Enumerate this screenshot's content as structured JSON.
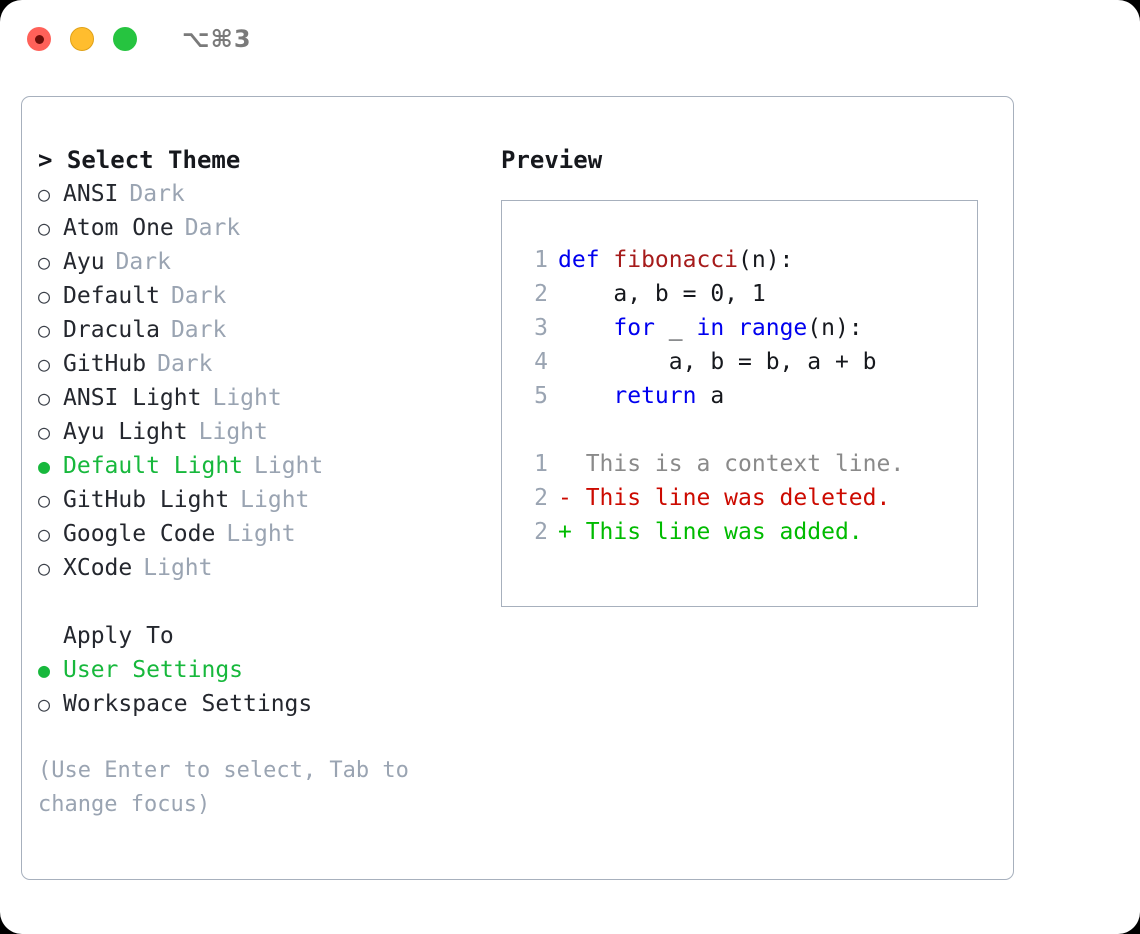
{
  "window": {
    "shortcut": "⌥⌘3",
    "traffic_lights": [
      "close-button",
      "minimize-button",
      "maximize-button"
    ]
  },
  "theme_panel": {
    "title": "> Select Theme",
    "bullet_selected": "●",
    "bullet_unselected": "○",
    "items": [
      {
        "name": "ANSI",
        "kind": "Dark",
        "selected": false
      },
      {
        "name": "Atom One",
        "kind": "Dark",
        "selected": false
      },
      {
        "name": "Ayu",
        "kind": "Dark",
        "selected": false
      },
      {
        "name": "Default",
        "kind": "Dark",
        "selected": false
      },
      {
        "name": "Dracula",
        "kind": "Dark",
        "selected": false
      },
      {
        "name": "GitHub",
        "kind": "Dark",
        "selected": false
      },
      {
        "name": "ANSI Light",
        "kind": "Light",
        "selected": false
      },
      {
        "name": "Ayu Light",
        "kind": "Light",
        "selected": false
      },
      {
        "name": "Default Light",
        "kind": "Light",
        "selected": true
      },
      {
        "name": "GitHub Light",
        "kind": "Light",
        "selected": false
      },
      {
        "name": "Google Code",
        "kind": "Light",
        "selected": false
      },
      {
        "name": "XCode",
        "kind": "Light",
        "selected": false
      }
    ]
  },
  "apply_to": {
    "label": "Apply To",
    "items": [
      {
        "name": "User Settings",
        "selected": true
      },
      {
        "name": "Workspace Settings",
        "selected": false
      }
    ]
  },
  "hint": "(Use Enter to select, Tab to change focus)",
  "preview": {
    "title": "Preview",
    "code_lines": [
      {
        "lineno": "1",
        "tokens": [
          {
            "text": "def ",
            "type": "kw"
          },
          {
            "text": "fibonacci",
            "type": "fn"
          },
          {
            "text": "(n):",
            "type": "plain"
          }
        ]
      },
      {
        "lineno": "2",
        "tokens": [
          {
            "text": "    a, b = 0, 1",
            "type": "plain"
          }
        ]
      },
      {
        "lineno": "3",
        "tokens": [
          {
            "text": "    for ",
            "type": "kw"
          },
          {
            "text": "_ ",
            "type": "plain"
          },
          {
            "text": "in range",
            "type": "kw"
          },
          {
            "text": "(n):",
            "type": "plain"
          }
        ]
      },
      {
        "lineno": "4",
        "tokens": [
          {
            "text": "        a, b = b, a + b",
            "type": "plain"
          }
        ]
      },
      {
        "lineno": "5",
        "tokens": [
          {
            "text": "    return ",
            "type": "kw"
          },
          {
            "text": "a",
            "type": "plain"
          }
        ]
      }
    ],
    "diff_lines": [
      {
        "lineno": "1",
        "marker": " ",
        "text": "  This is a context line.",
        "type": "ctx"
      },
      {
        "lineno": "2",
        "marker": "-",
        "text": "- This line was deleted.",
        "type": "del"
      },
      {
        "lineno": "2",
        "marker": "+",
        "text": "+ This line was added.",
        "type": "add"
      }
    ]
  },
  "colors": {
    "selected_green": "#17b83c",
    "muted_gray": "#9aa4b2",
    "keyword_blue": "#0000ef",
    "function_red": "#a61b1b",
    "diff_deleted": "#cc0a00",
    "diff_added": "#00bb00",
    "border": "#a7b0bd",
    "background": "#ffffff"
  }
}
